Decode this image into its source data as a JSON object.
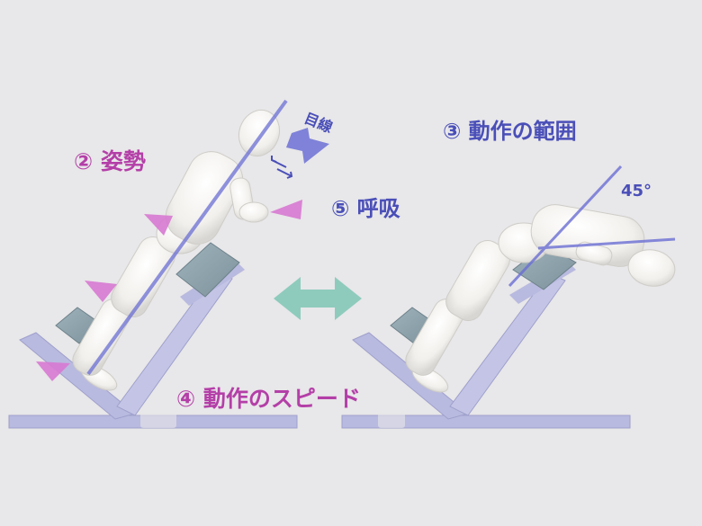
{
  "labels": {
    "posture": "② 姿勢",
    "range": "③ 動作の範囲",
    "speed": "④ 動作のスピード",
    "breath": "⑤ 呼吸",
    "gaze": "目線",
    "angle": "45°"
  },
  "colors": {
    "background": "#e8e7e9",
    "label_pink": "#b43fa8",
    "label_blue": "#4a4fb8",
    "bench_frame": "#b9badf",
    "pad": "#8ea3ad",
    "body": "#f7f5f2",
    "guide_line": "#6b6fd4",
    "arrow_teal": "#8ecbbd",
    "marker_pink": "#d779d2"
  },
  "icons": [
    "gaze-arrow",
    "double-arrow",
    "breath-arrows",
    "pointer-arrows"
  ]
}
